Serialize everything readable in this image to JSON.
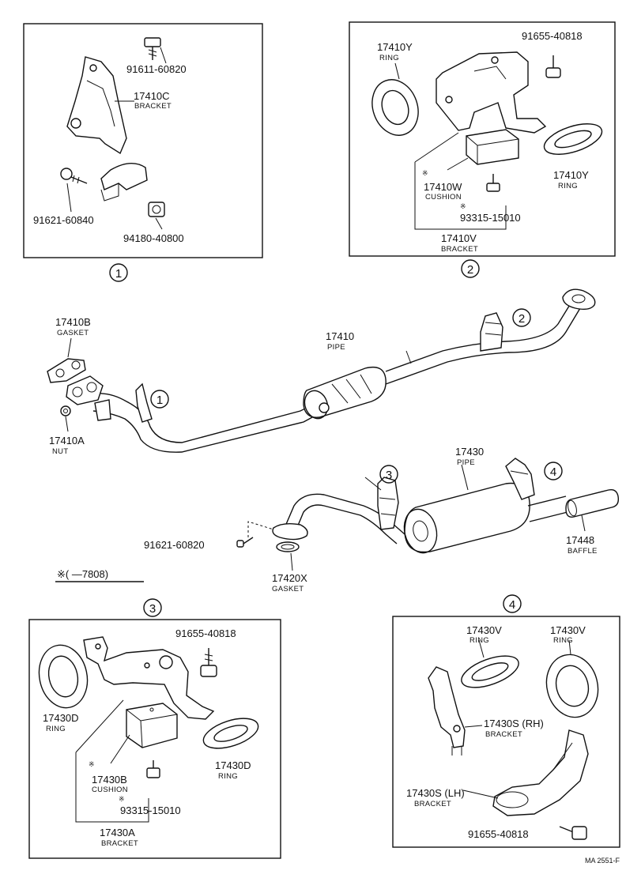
{
  "boxes": {
    "box1": {
      "callout": "1",
      "parts": [
        {
          "number": "91611-60820",
          "name": ""
        },
        {
          "number": "17410C",
          "name": "BRACKET"
        },
        {
          "number": "91621-60840",
          "name": ""
        },
        {
          "number": "94180-40800",
          "name": ""
        }
      ]
    },
    "box2": {
      "callout": "2",
      "parts": [
        {
          "number": "17410Y",
          "name": "RING"
        },
        {
          "number": "91655-40818",
          "name": ""
        },
        {
          "number": "17410Y",
          "name": "RING"
        },
        {
          "number": "17410W",
          "name": "CUSHION"
        },
        {
          "number": "93315-15010",
          "name": ""
        },
        {
          "number": "17410V",
          "name": "BRACKET"
        }
      ]
    },
    "box3": {
      "callout": "3",
      "parts": [
        {
          "number": "91655-40818",
          "name": ""
        },
        {
          "number": "17430D",
          "name": "RING"
        },
        {
          "number": "17430D",
          "name": "RING"
        },
        {
          "number": "17430B",
          "name": "CUSHION"
        },
        {
          "number": "93315-15010",
          "name": ""
        },
        {
          "number": "17430A",
          "name": "BRACKET"
        }
      ]
    },
    "box4": {
      "callout": "4",
      "parts": [
        {
          "number": "17430V",
          "name": "RING"
        },
        {
          "number": "17430V",
          "name": "RING"
        },
        {
          "number": "17430S (RH)",
          "name": "BRACKET"
        },
        {
          "number": "17430S (LH)",
          "name": "BRACKET"
        },
        {
          "number": "91655-40818",
          "name": ""
        }
      ]
    }
  },
  "main": {
    "gasket_17410B": {
      "number": "17410B",
      "name": "GASKET"
    },
    "pipe_17410": {
      "number": "17410",
      "name": "PIPE"
    },
    "nut_17410A": {
      "number": "17410A",
      "name": "NUT"
    },
    "pipe_17430": {
      "number": "17430",
      "name": "PIPE"
    },
    "baffle_17448": {
      "number": "17448",
      "name": "BAFFLE"
    },
    "bolt_91621": {
      "number": "91621-60820",
      "name": ""
    },
    "gasket_17420X": {
      "number": "17420X",
      "name": "GASKET"
    },
    "callouts": {
      "c1": "1",
      "c2": "2",
      "c3": "3",
      "c4": "4"
    }
  },
  "marks": {
    "asterisk": "※",
    "legend": "※(     —7808)"
  },
  "footer": {
    "code": "MA 2551-F"
  }
}
